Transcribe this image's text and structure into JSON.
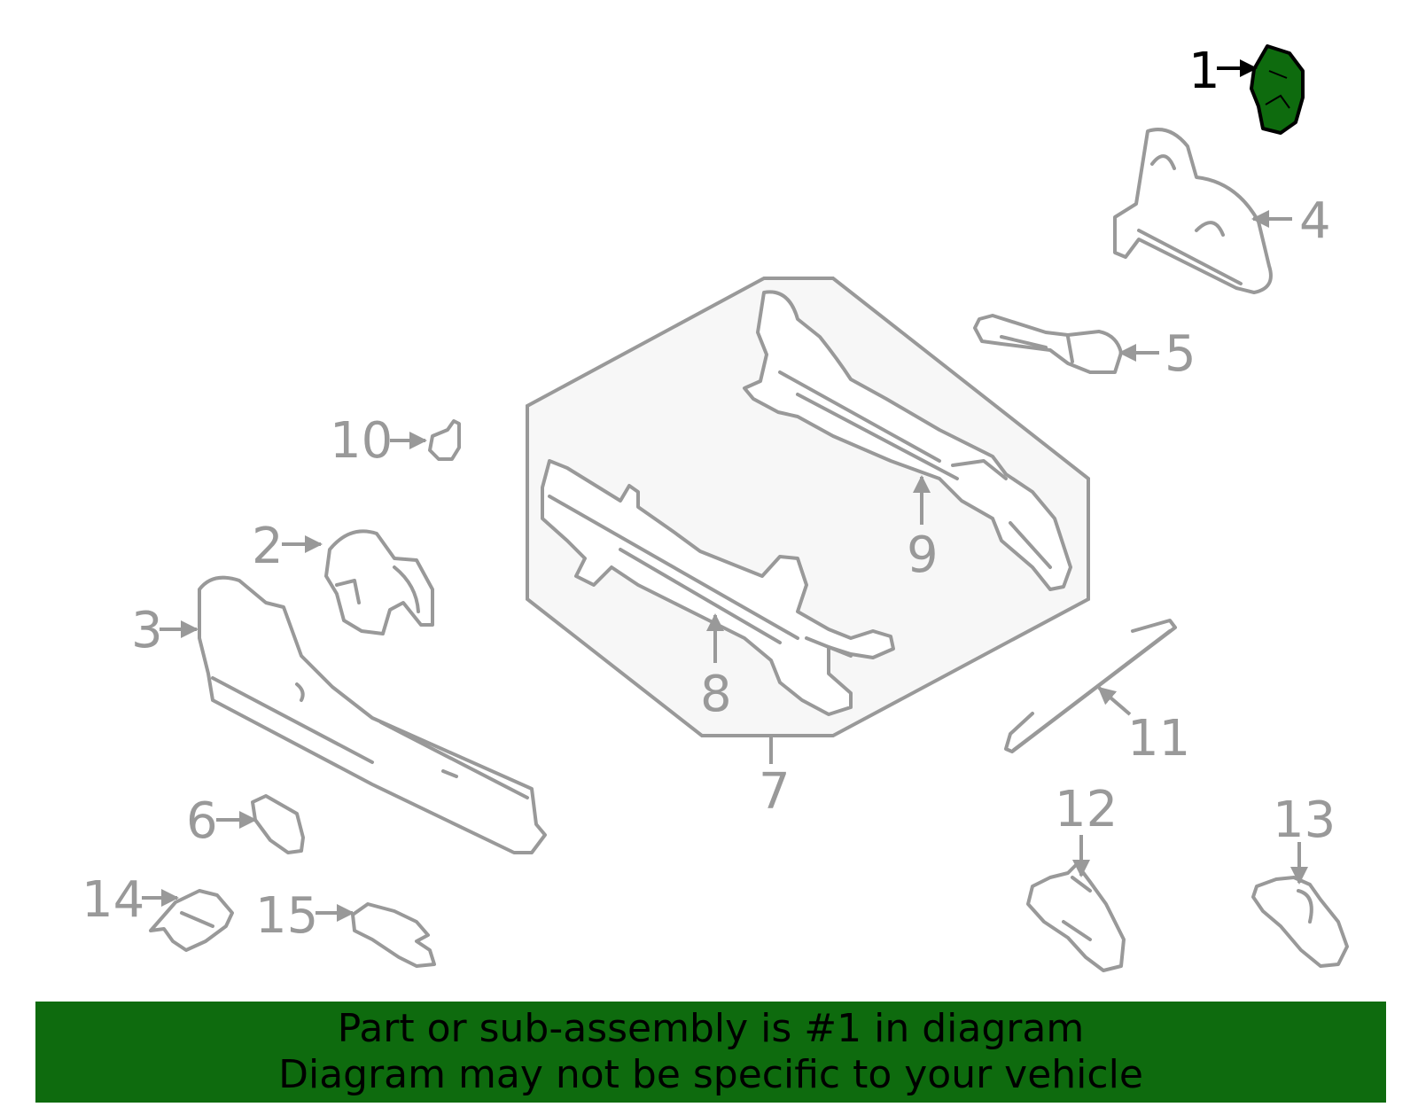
{
  "diagram": {
    "highlight_color": "#0e6b0e",
    "line_color": "#999999",
    "callouts": [
      {
        "id": "1",
        "text": "1",
        "highlighted": true
      },
      {
        "id": "2",
        "text": "2"
      },
      {
        "id": "3",
        "text": "3"
      },
      {
        "id": "4",
        "text": "4"
      },
      {
        "id": "5",
        "text": "5"
      },
      {
        "id": "6",
        "text": "6"
      },
      {
        "id": "7",
        "text": "7"
      },
      {
        "id": "8",
        "text": "8"
      },
      {
        "id": "9",
        "text": "9"
      },
      {
        "id": "10",
        "text": "10"
      },
      {
        "id": "11",
        "text": "11"
      },
      {
        "id": "12",
        "text": "12"
      },
      {
        "id": "13",
        "text": "13"
      },
      {
        "id": "14",
        "text": "14"
      },
      {
        "id": "15",
        "text": "15"
      }
    ]
  },
  "banner": {
    "line1": "Part or sub-assembly is #1 in diagram",
    "line2": "Diagram may not be specific to your vehicle"
  }
}
